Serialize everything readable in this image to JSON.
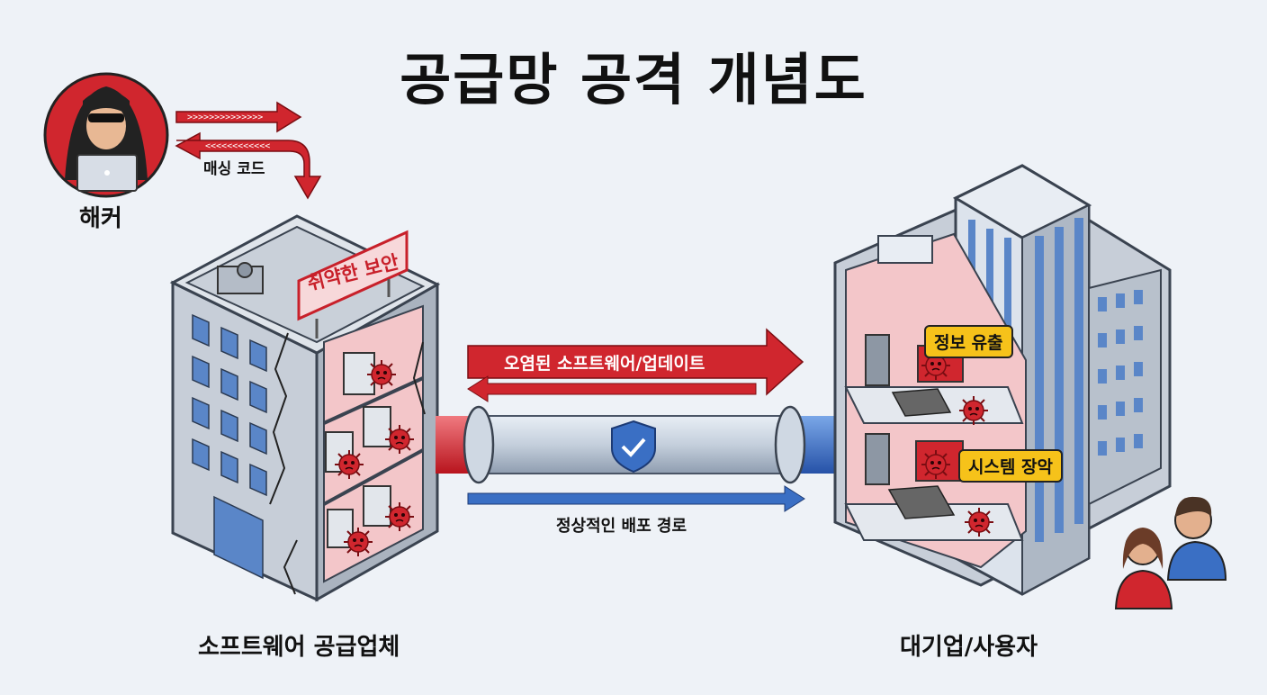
{
  "title": "공급망 공격 개념도",
  "hacker": {
    "label": "해커",
    "masking_label": "매싱 코드"
  },
  "supplier": {
    "label": "소프트웨어 공급업체",
    "sign": "취약한 보안"
  },
  "target": {
    "label": "대기업/사용자"
  },
  "flows": {
    "infected_label": "오염된 소프트웨어/업데이트",
    "normal_label": "정상적인 배포 경로"
  },
  "callouts": {
    "leak": "정보 유출",
    "takeover": "시스템 장악"
  },
  "icons": [
    "hacker-avatar-icon",
    "laptop-icon",
    "virus-icon",
    "shield-check-icon",
    "computer-icon",
    "person-icon"
  ],
  "colors": {
    "danger": "#d0262e",
    "safe": "#3a6fc4",
    "callout": "#f6c21a",
    "building": "#d4dbe3"
  }
}
